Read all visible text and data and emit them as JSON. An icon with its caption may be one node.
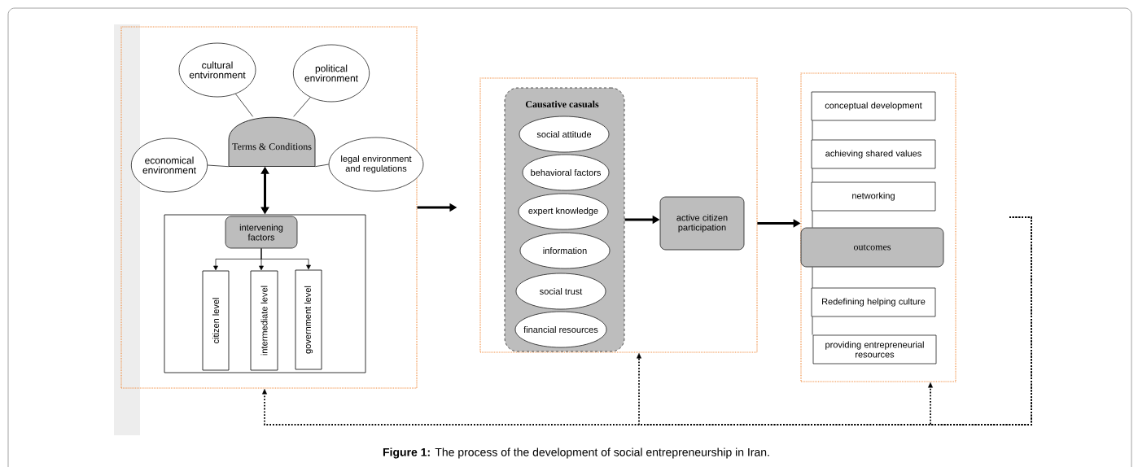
{
  "diagram": {
    "caption": "**Figure 1:** The process of the development of social entrepreneurship in Iran.",
    "nodes": [
      {
        "text": [],
        "shape": "box"
      },
      {
        "text": [
          "cultural entvironment"
        ],
        "in": 0
      },
      {
        "text": [
          "political environment"
        ],
        "in": 0
      },
      {
        "text": [
          "Terms & Conditions"
        ],
        "in": 0
      },
      {
        "text": [
          "economical environment"
        ],
        "in": 0
      },
      {
        "text": [
          "legal environment and regulations"
        ],
        "in": 0
      },
      {
        "text": [],
        "shape": "box",
        "in": 0
      },
      {
        "text": [
          "intervening factors"
        ],
        "in": 6
      },
      {
        "text": [
          "citizen level"
        ],
        "in": 6
      },
      {
        "text": [
          "intermediate level"
        ],
        "in": 6
      },
      {
        "text": [
          "government level"
        ],
        "in": 6
      },
      {
        "text": [],
        "shape": "box"
      },
      {
        "text": [
          "Causative casuals"
        ],
        "in": 11
      },
      {
        "text": [
          "social attitude"
        ],
        "in": 12
      },
      {
        "text": [
          "behavioral factors"
        ],
        "in": 12
      },
      {
        "text": [
          "expert knowledge"
        ],
        "in": 12
      },
      {
        "text": [
          "information"
        ],
        "in": 12
      },
      {
        "text": [
          "social trust"
        ],
        "in": 12
      },
      {
        "text": [
          "financial resources"
        ],
        "in": 12
      },
      {
        "text": [
          "active citizen participation"
        ],
        "in": 11
      },
      {
        "text": [],
        "shape": "box"
      },
      {
        "text": [
          "conceptual development"
        ],
        "in": 20
      },
      {
        "text": [
          "achieving shared values"
        ],
        "in": 20
      },
      {
        "text": [
          "networking"
        ],
        "in": 20
      },
      {
        "text": [
          "outcomes"
        ],
        "in": 20
      },
      {
        "text": [
          "Redefining helping culture"
        ],
        "in": 20
      },
      {
        "text": [
          "providing entrepreneurial resources"
        ],
        "in": 20
      }
    ],
    "edges": [
      {
        "from": 1,
        "to": 3,
        "arrow": "none"
      },
      {
        "from": 2,
        "to": 3,
        "arrow": "none"
      },
      {
        "from": 4,
        "to": 3,
        "arrow": "none"
      },
      {
        "from": 5,
        "to": 3,
        "arrow": "none"
      },
      {
        "from": 3,
        "to": 6,
        "arrow": "both",
        "style": "thick"
      },
      {
        "from": 7,
        "to": 8,
        "arrow": "to"
      },
      {
        "from": 7,
        "to": 9,
        "arrow": "to"
      },
      {
        "from": 7,
        "to": 10,
        "arrow": "to"
      },
      {
        "from": 0,
        "to": 11,
        "arrow": "to",
        "style": "thick"
      },
      {
        "from": 12,
        "to": 19,
        "arrow": "to",
        "style": "thick"
      },
      {
        "from": 19,
        "to": 24,
        "arrow": "to",
        "style": "thick"
      },
      {
        "from": 21,
        "to": 22,
        "arrow": "none"
      },
      {
        "from": 22,
        "to": 23,
        "arrow": "none"
      },
      {
        "from": 23,
        "to": 24,
        "arrow": "none"
      },
      {
        "from": 24,
        "to": 25,
        "arrow": "none"
      },
      {
        "from": 25,
        "to": 26,
        "arrow": "none"
      },
      {
        "from": null,
        "to": 0,
        "arrow": "to",
        "style": "dashed"
      },
      {
        "from": null,
        "to": 11,
        "arrow": "to",
        "style": "dashed"
      },
      {
        "from": null,
        "to": 20,
        "arrow": "to",
        "style": "dashed"
      }
    ]
  }
}
